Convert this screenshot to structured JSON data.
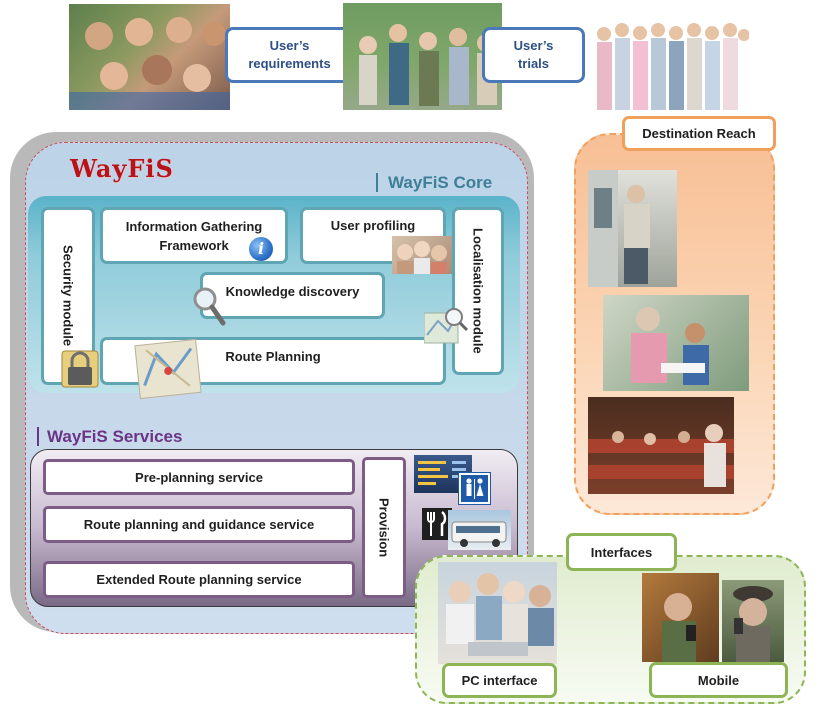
{
  "top_row": {
    "requirements_label": "User’s requirements",
    "trials_label": "User’s trials"
  },
  "wayfis": {
    "title": "WayFiS",
    "core_title": "WayFiS Core",
    "core_modules": {
      "security": "Security module",
      "info_gathering": "Information  Gathering Framework",
      "user_profiling": "User profiling",
      "knowledge_discovery": "Knowledge discovery",
      "route_planning": "Route Planning",
      "localisation": "Localisation module"
    },
    "services_title": "WayFiS Services",
    "services": {
      "pre_planning": "Pre-planning  service",
      "route_guidance": "Route planning  and guidance  service",
      "extended": "Extended Route planning service",
      "provision": "Provision"
    }
  },
  "destination": {
    "title": "Destination Reach"
  },
  "interfaces": {
    "title": "Interfaces",
    "pc": "PC interface",
    "mobile": "Mobile"
  },
  "colors": {
    "wayfis_title": "#b8121b",
    "core_title": "#3d7f97",
    "services_title": "#6b3587",
    "callout_border": "#4a78b8",
    "destination_border": "#f0a05a",
    "interfaces_border": "#8db556"
  },
  "icons": [
    "info-icon",
    "magnifier-icon",
    "lock-icon",
    "map-icon",
    "map-magnifier-icon",
    "restroom-icon",
    "restaurant-icon"
  ]
}
